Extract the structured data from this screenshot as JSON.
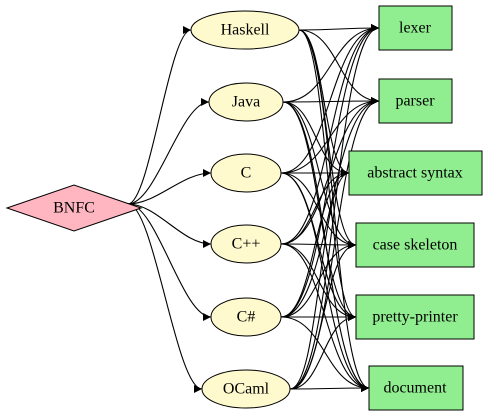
{
  "diagram": {
    "type": "directed-graph",
    "colors": {
      "source": "#ffb6c1",
      "languages": "#fffacd",
      "outputs": "#90ee90",
      "edges": "#000000"
    },
    "source": {
      "id": "BNFC",
      "label": "BNFC",
      "shape": "diamond"
    },
    "languages": [
      {
        "id": "haskell",
        "label": "Haskell",
        "shape": "ellipse"
      },
      {
        "id": "java",
        "label": "Java",
        "shape": "ellipse"
      },
      {
        "id": "c",
        "label": "C",
        "shape": "ellipse"
      },
      {
        "id": "cpp",
        "label": "C++",
        "shape": "ellipse"
      },
      {
        "id": "csharp",
        "label": "C#",
        "shape": "ellipse"
      },
      {
        "id": "ocaml",
        "label": "OCaml",
        "shape": "ellipse"
      }
    ],
    "outputs": [
      {
        "id": "lexer",
        "label": "lexer",
        "shape": "box"
      },
      {
        "id": "parser",
        "label": "parser",
        "shape": "box"
      },
      {
        "id": "abstract",
        "label": "abstract syntax",
        "shape": "box"
      },
      {
        "id": "skeleton",
        "label": "case skeleton",
        "shape": "box"
      },
      {
        "id": "printer",
        "label": "pretty-printer",
        "shape": "box"
      },
      {
        "id": "document",
        "label": "document",
        "shape": "box"
      }
    ],
    "edges": {
      "source_to_languages": [
        "haskell",
        "java",
        "c",
        "cpp",
        "csharp",
        "ocaml"
      ],
      "language_to_outputs": [
        "lexer",
        "parser",
        "abstract",
        "skeleton",
        "printer",
        "document"
      ]
    }
  }
}
